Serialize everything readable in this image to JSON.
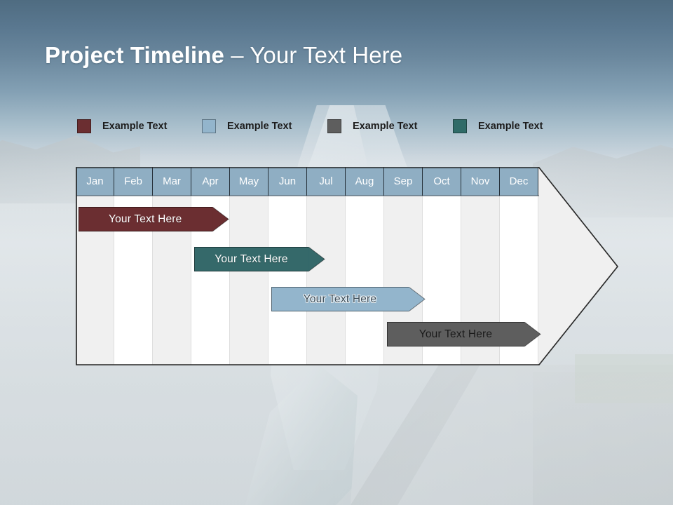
{
  "slide": {
    "title_bold": "Project Timeline",
    "title_dash": " – ",
    "title_light": "Your Text Here"
  },
  "legend": {
    "items": [
      {
        "label": "Example Text",
        "color": "#6b2e31",
        "name": "legend-red"
      },
      {
        "label": "Example Text",
        "color": "#93b5cc",
        "name": "legend-lightblue"
      },
      {
        "label": "Example Text",
        "color": "#5e5e5e",
        "name": "legend-gray"
      },
      {
        "label": "Example Text",
        "color": "#2f6b68",
        "name": "legend-teal"
      }
    ]
  },
  "chart_data": {
    "type": "bar",
    "title": "Project Timeline – Your Text Here",
    "xlabel": "",
    "ylabel": "",
    "categories": [
      "Jan",
      "Feb",
      "Mar",
      "Apr",
      "May",
      "Jun",
      "Jul",
      "Aug",
      "Sep",
      "Oct",
      "Nov",
      "Dec"
    ],
    "axis_header_color": "#8faec3",
    "grid": true,
    "legend_position": "top",
    "series": [
      {
        "name": "Example Text",
        "label": "Your  Text Here",
        "color": "#6b2e31",
        "text_style": "light",
        "start_month": "Jan",
        "end_month": "Apr",
        "start_index": 0,
        "span": 3.9,
        "row": 1
      },
      {
        "name": "Example Text",
        "label": "Your  Text Here",
        "color": "#35696a",
        "text_style": "light",
        "start_month": "Apr",
        "end_month": "Jul",
        "start_index": 3,
        "span": 3.4,
        "row": 2
      },
      {
        "name": "Example Text",
        "label": "Your  Text Here",
        "color": "#93b5cc",
        "text_style": "outline",
        "start_month": "Jun",
        "end_month": "Sep",
        "start_index": 5,
        "span": 4.0,
        "row": 3
      },
      {
        "name": "Example Text",
        "label": "Your  Text Here",
        "color": "#5e5e5e",
        "text_style": "dark",
        "start_month": "Sep",
        "end_month": "Dec",
        "start_index": 8,
        "span": 4.0,
        "row": 4
      }
    ]
  }
}
